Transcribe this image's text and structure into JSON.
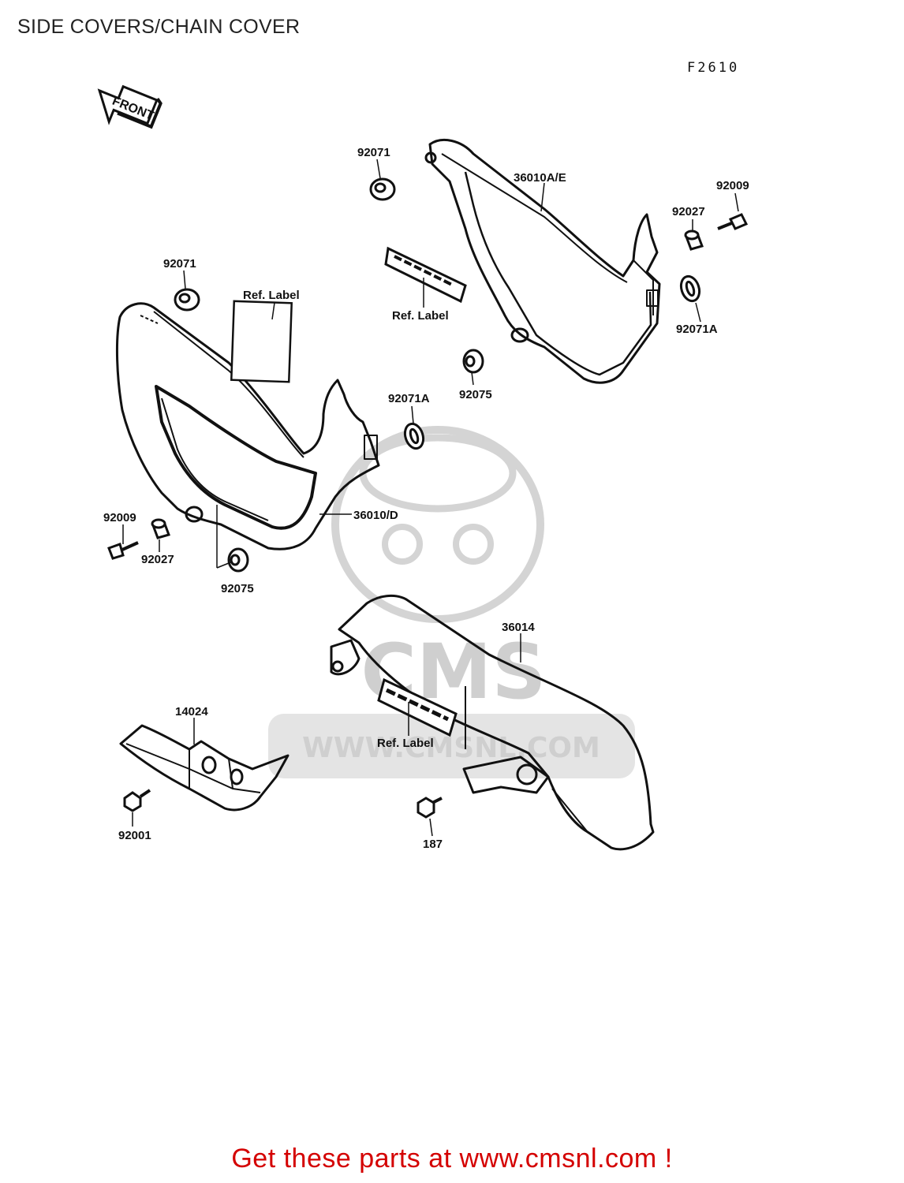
{
  "page_title": "SIDE COVERS/CHAIN COVER",
  "figure_code": "F2610",
  "front_arrow": {
    "text": "FRONT",
    "icon": "front-arrow-icon"
  },
  "watermark": {
    "logo_text": "CMS",
    "site": "WWW.CMSNL.COM"
  },
  "callouts": {
    "p92071_top": "92071",
    "p36010ae": "36010A/E",
    "p92009_right": "92009",
    "p92027_right": "92027",
    "p92071a_right": "92071A",
    "ref_label_right": "Ref. Label",
    "p92075_mid": "92075",
    "p92071_left": "92071",
    "ref_label_left": "Ref. Label",
    "p92071a_mid": "92071A",
    "p36010d": "36010/D",
    "p92009_left": "92009",
    "p92027_left": "92027",
    "p92075_left": "92075",
    "p36014": "36014",
    "p14024": "14024",
    "ref_label_chain": "Ref. Label",
    "p92001": "92001",
    "p187": "187"
  },
  "promo": {
    "prefix": "Get these parts at ",
    "link": "www.cmsnl.com",
    "suffix": " !",
    "color": "#d40000"
  }
}
